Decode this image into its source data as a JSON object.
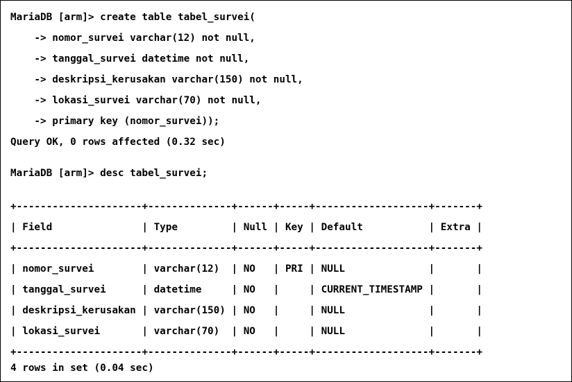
{
  "terminal": {
    "lines": [
      "MariaDB [arm]> create table tabel_survei(",
      "    -> nomor_survei varchar(12) not null,",
      "    -> tanggal_survei datetime not null,",
      "    -> deskripsi_kerusakan varchar(150) not null,",
      "    -> lokasi_survei varchar(70) not null,",
      "    -> primary key (nomor_survei));",
      "Query OK, 0 rows affected (0.32 sec)",
      "MariaDB [arm]> desc tabel_survei;",
      "+---------------------+--------------+------+-----+-------------------+-------+",
      "| Field               | Type         | Null | Key | Default           | Extra |",
      "+---------------------+--------------+------+-----+-------------------+-------+",
      "| nomor_survei        | varchar(12)  | NO   | PRI | NULL              |       |",
      "| tanggal_survei      | datetime     | NO   |     | CURRENT_TIMESTAMP |       |",
      "| deskripsi_kerusakan | varchar(150) | NO   |     | NULL              |       |",
      "| lokasi_survei       | varchar(70)  | NO   |     | NULL              |       |",
      "+---------------------+--------------+------+-----+-------------------+-------+",
      "4 rows in set (0.04 sec)"
    ]
  }
}
